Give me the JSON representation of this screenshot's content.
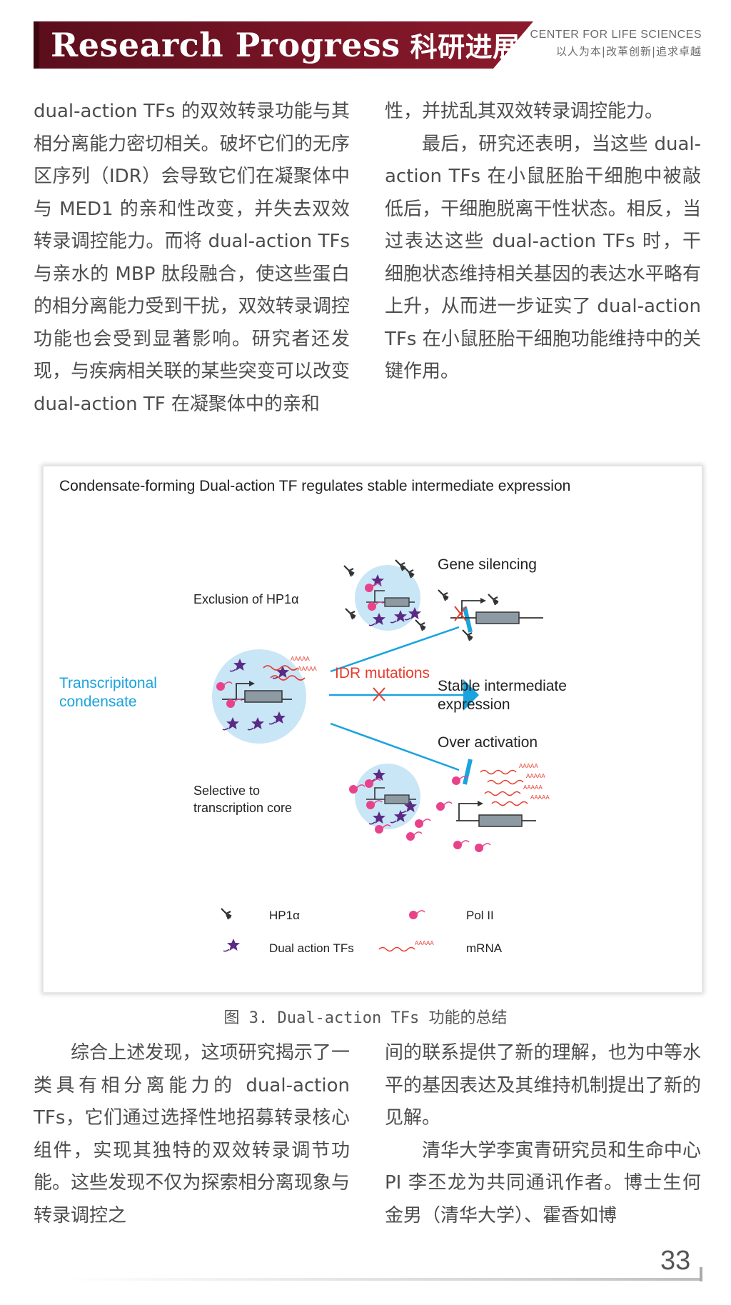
{
  "header": {
    "title_en": "Research Progress",
    "title_cn": "科研进展",
    "org_en": "CENTER FOR LIFE SCIENCES",
    "org_cn": "以人为本|改革创新|追求卓越"
  },
  "columns_top": {
    "left": "dual-action TFs 的双效转录功能与其相分离能力密切相关。破坏它们的无序区序列（IDR）会导致它们在凝聚体中与 MED1 的亲和性改变，并失去双效转录调控能力。而将 dual-action TFs 与亲水的 MBP 肽段融合，使这些蛋白的相分离能力受到干扰，双效转录调控功能也会受到显著影响。研究者还发现，与疾病相关联的某些突变可以改变 dual-action TF 在凝聚体中的亲和",
    "right_p1": "性，并扰乱其双效转录调控能力。",
    "right_p2": "最后，研究还表明，当这些 dual-action TFs 在小鼠胚胎干细胞中被敲低后，干细胞脱离干性状态。相反，当过表达这些 dual-action TFs 时，干细胞状态维持相关基因的表达水平略有上升，从而进一步证实了 dual-action TFs 在小鼠胚胎干细胞功能维持中的关键作用。"
  },
  "figure": {
    "title": "Condensate-forming Dual-action TF regulates stable intermediate expression",
    "exclusion_label": "Exclusion of HP1α",
    "selective_label_1": "Selective to",
    "selective_label_2": "transcription core",
    "condensate_label_1": "Transcripitonal",
    "condensate_label_2": "condensate",
    "idr_label": "IDR mutations",
    "gene_silencing": "Gene silencing",
    "stable_1": "Stable intermediate",
    "stable_2": "expression",
    "over_activation": "Over activation",
    "mrna_tag": "AAAAA",
    "legend": {
      "hp1": "HP1α",
      "pol2": "Pol II",
      "dual_tfs": "Dual action TFs",
      "mrna": "mRNA"
    },
    "colors": {
      "condensate": "#c9e6f7",
      "accent_blue": "#1aa3de",
      "star": "#5b2a86",
      "pol2": "#e8438a",
      "mrna": "#e53b2c",
      "idr_red": "#e53b2c"
    }
  },
  "caption": "图 3. Dual-action TFs 功能的总结",
  "columns_bottom": {
    "left": "综合上述发现，这项研究揭示了一类具有相分离能力的 dual-action TFs，它们通过选择性地招募转录核心组件，实现其独特的双效转录调节功能。这些发现不仅为探索相分离现象与转录调控之",
    "right_p1": "间的联系提供了新的理解，也为中等水平的基因表达及其维持机制提出了新的见解。",
    "right_p2": "清华大学李寅青研究员和生命中心 PI 李丕龙为共同通讯作者。博士生何金男（清华大学）、霍香如博"
  },
  "page_number": "33"
}
